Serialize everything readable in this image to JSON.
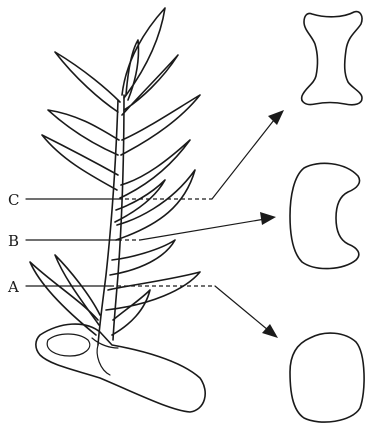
{
  "labels": {
    "c": "C",
    "b": "B",
    "a": "A"
  }
}
